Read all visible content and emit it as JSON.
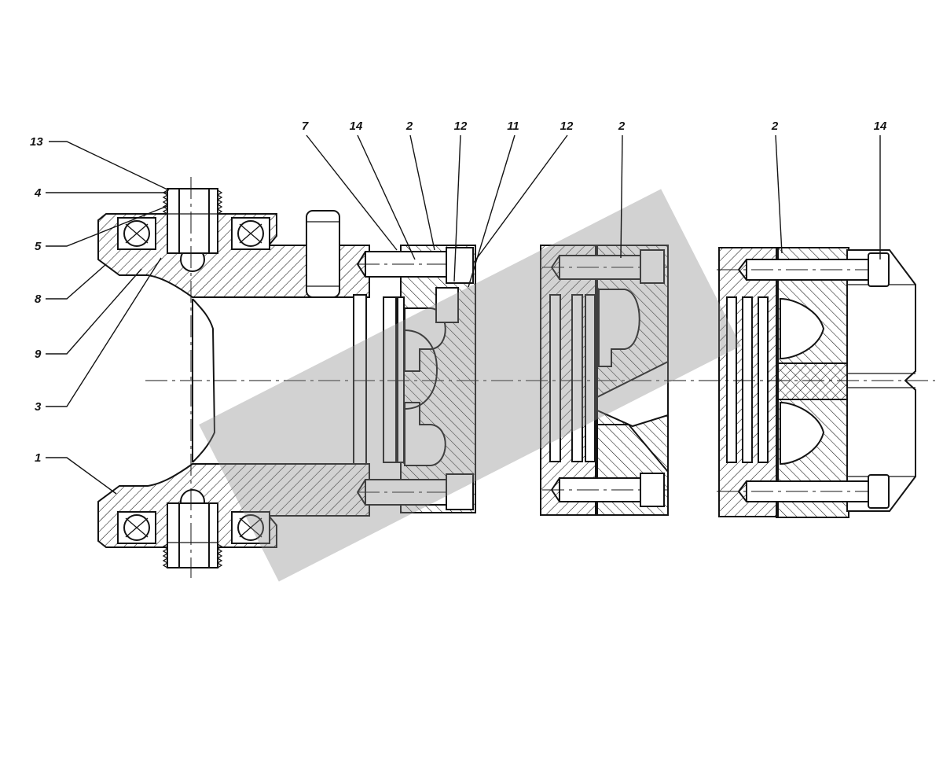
{
  "callouts": {
    "left": [
      "13",
      "4",
      "5",
      "8",
      "9",
      "3",
      "1"
    ],
    "top": [
      "7",
      "14",
      "2",
      "12",
      "11",
      "12",
      "2",
      "2",
      "14"
    ]
  },
  "colors": {
    "line": "#141414",
    "background": "#ffffff",
    "watermark": "#8a8a8a"
  }
}
